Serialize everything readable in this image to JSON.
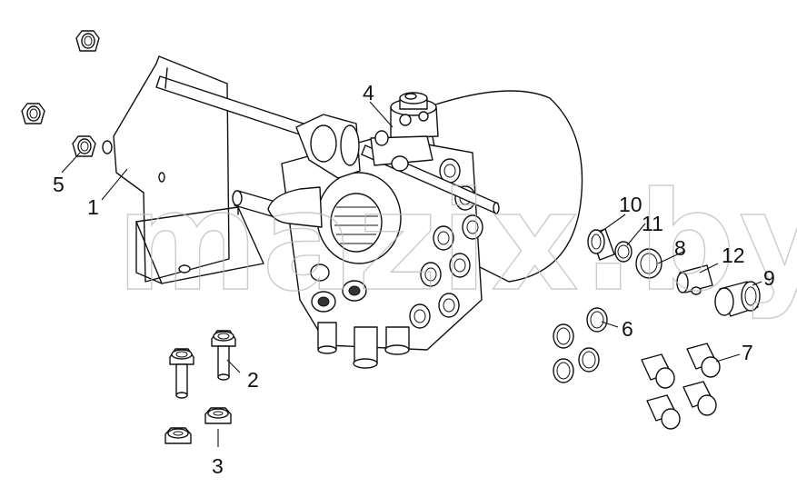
{
  "watermark": "mazix.by",
  "labels": {
    "p1": "1",
    "p2": "2",
    "p3": "3",
    "p4": "4",
    "p5": "5",
    "p6": "6",
    "p7": "7",
    "p8": "8",
    "p9": "9",
    "p10": "10",
    "p11": "11",
    "p12": "12"
  }
}
